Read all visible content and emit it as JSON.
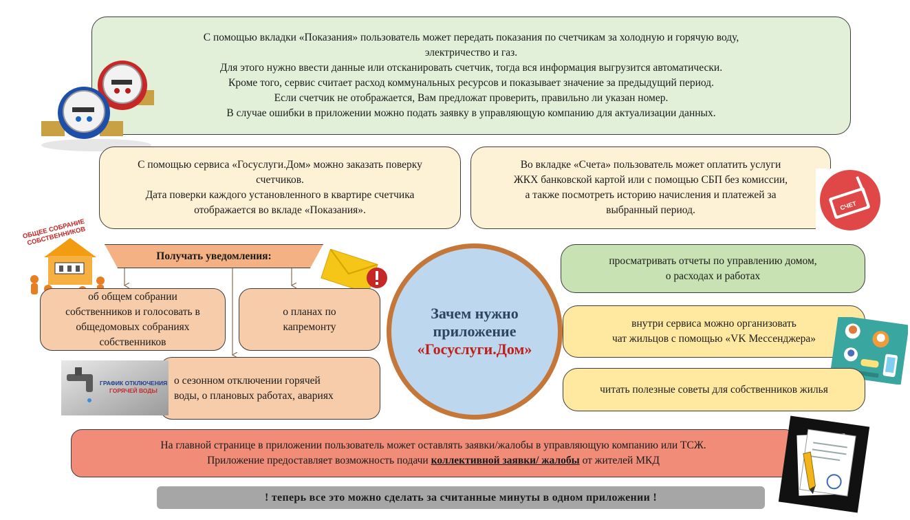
{
  "meters": {
    "lines": [
      "С помощью вкладки «Показания» пользователь может передать показания по счетчикам за холодную и горячую воду,",
      "электричество и газ.",
      "Для этого нужно ввести данные или отсканировать счетчик, тогда вся информация выгрузится автоматически.",
      "Кроме того, сервис считает расход коммунальных ресурсов и показывает значение за предыдущий период.",
      "Если счетчик не отображается, Вам предложат проверить, правильно ли указан номер.",
      "В случае ошибки в приложении можно подать заявку в управляющую компанию для актуализации данных."
    ]
  },
  "verify": {
    "lines": [
      "С помощью сервиса «Госуслуги.Дом» можно заказать поверку",
      "счетчиков.",
      "Дата поверки каждого установленного в квартире счетчика",
      "отображается во вкладе «Показания»."
    ]
  },
  "bills": {
    "lines": [
      "Во вкладке «Счета» пользователь может оплатить услуги",
      "ЖКХ банковской картой или с помощью СБП без комиссии,",
      "а также посмотреть историю начисления и платежей за",
      "выбранный период."
    ],
    "icon_label": "СЧЕТ"
  },
  "notifications": {
    "title": "Получать уведомления:",
    "assembly_lines": [
      "об общем собрании",
      "собственников и голосовать в",
      "общедомовых собраниях",
      "собственников"
    ],
    "capital_lines": [
      "о планах по",
      "капремонту"
    ],
    "hotwater_lines": [
      "о сезонном отключении горячей",
      "воды, о плановых работах, авариях"
    ]
  },
  "assembly_sign": {
    "line1": "ОБЩЕЕ СОБРАНИЕ",
    "line2": "СОБСТВЕННИКОВ"
  },
  "schedule_sign": {
    "line1": "ГРАФИК ОТКЛЮЧЕНИЯ",
    "line2": "ГОРЯЧЕЙ ВОДЫ"
  },
  "center": {
    "line1": "Зачем нужно",
    "line2": "приложение",
    "line3": "«Госуслуги.Дом»"
  },
  "reports": {
    "lines": [
      "просматривать отчеты по управлению домом,",
      "о расходах и работах"
    ]
  },
  "chat": {
    "lines": [
      "внутри сервиса можно организовать",
      "чат жильцов с помощью «VK Мессенджера»"
    ]
  },
  "tips": {
    "text": "читать полезные советы для собственников жилья"
  },
  "complaints": {
    "line1": "На главной странице в приложении пользователь может оставлять заявки/жалобы в управляющую компанию или ТСЖ.",
    "line2_before": "Приложение предоставляет возможность подачи ",
    "line2_bold": "коллективной заявки/ жалобы",
    "line2_after": " от жителей МКД"
  },
  "footer": {
    "text": "! теперь все это можно сделать за считанные минуты  в одном приложении !"
  },
  "colors": {
    "green_box": "#e2efd9",
    "cream_box": "#fdf1d6",
    "peach_box": "#f7ccaa",
    "salmon_box": "#f08c78",
    "yellow_box": "#ffe9a0",
    "circle_fill": "#bdd7ee",
    "circle_border": "#c5773a",
    "title_red": "#c0201a"
  },
  "icons": [
    "water-meters-image",
    "assembly-house-image",
    "envelope-alert-icon",
    "bill-icon",
    "faucet-image",
    "chat-people-image",
    "document-pencil-icon"
  ]
}
